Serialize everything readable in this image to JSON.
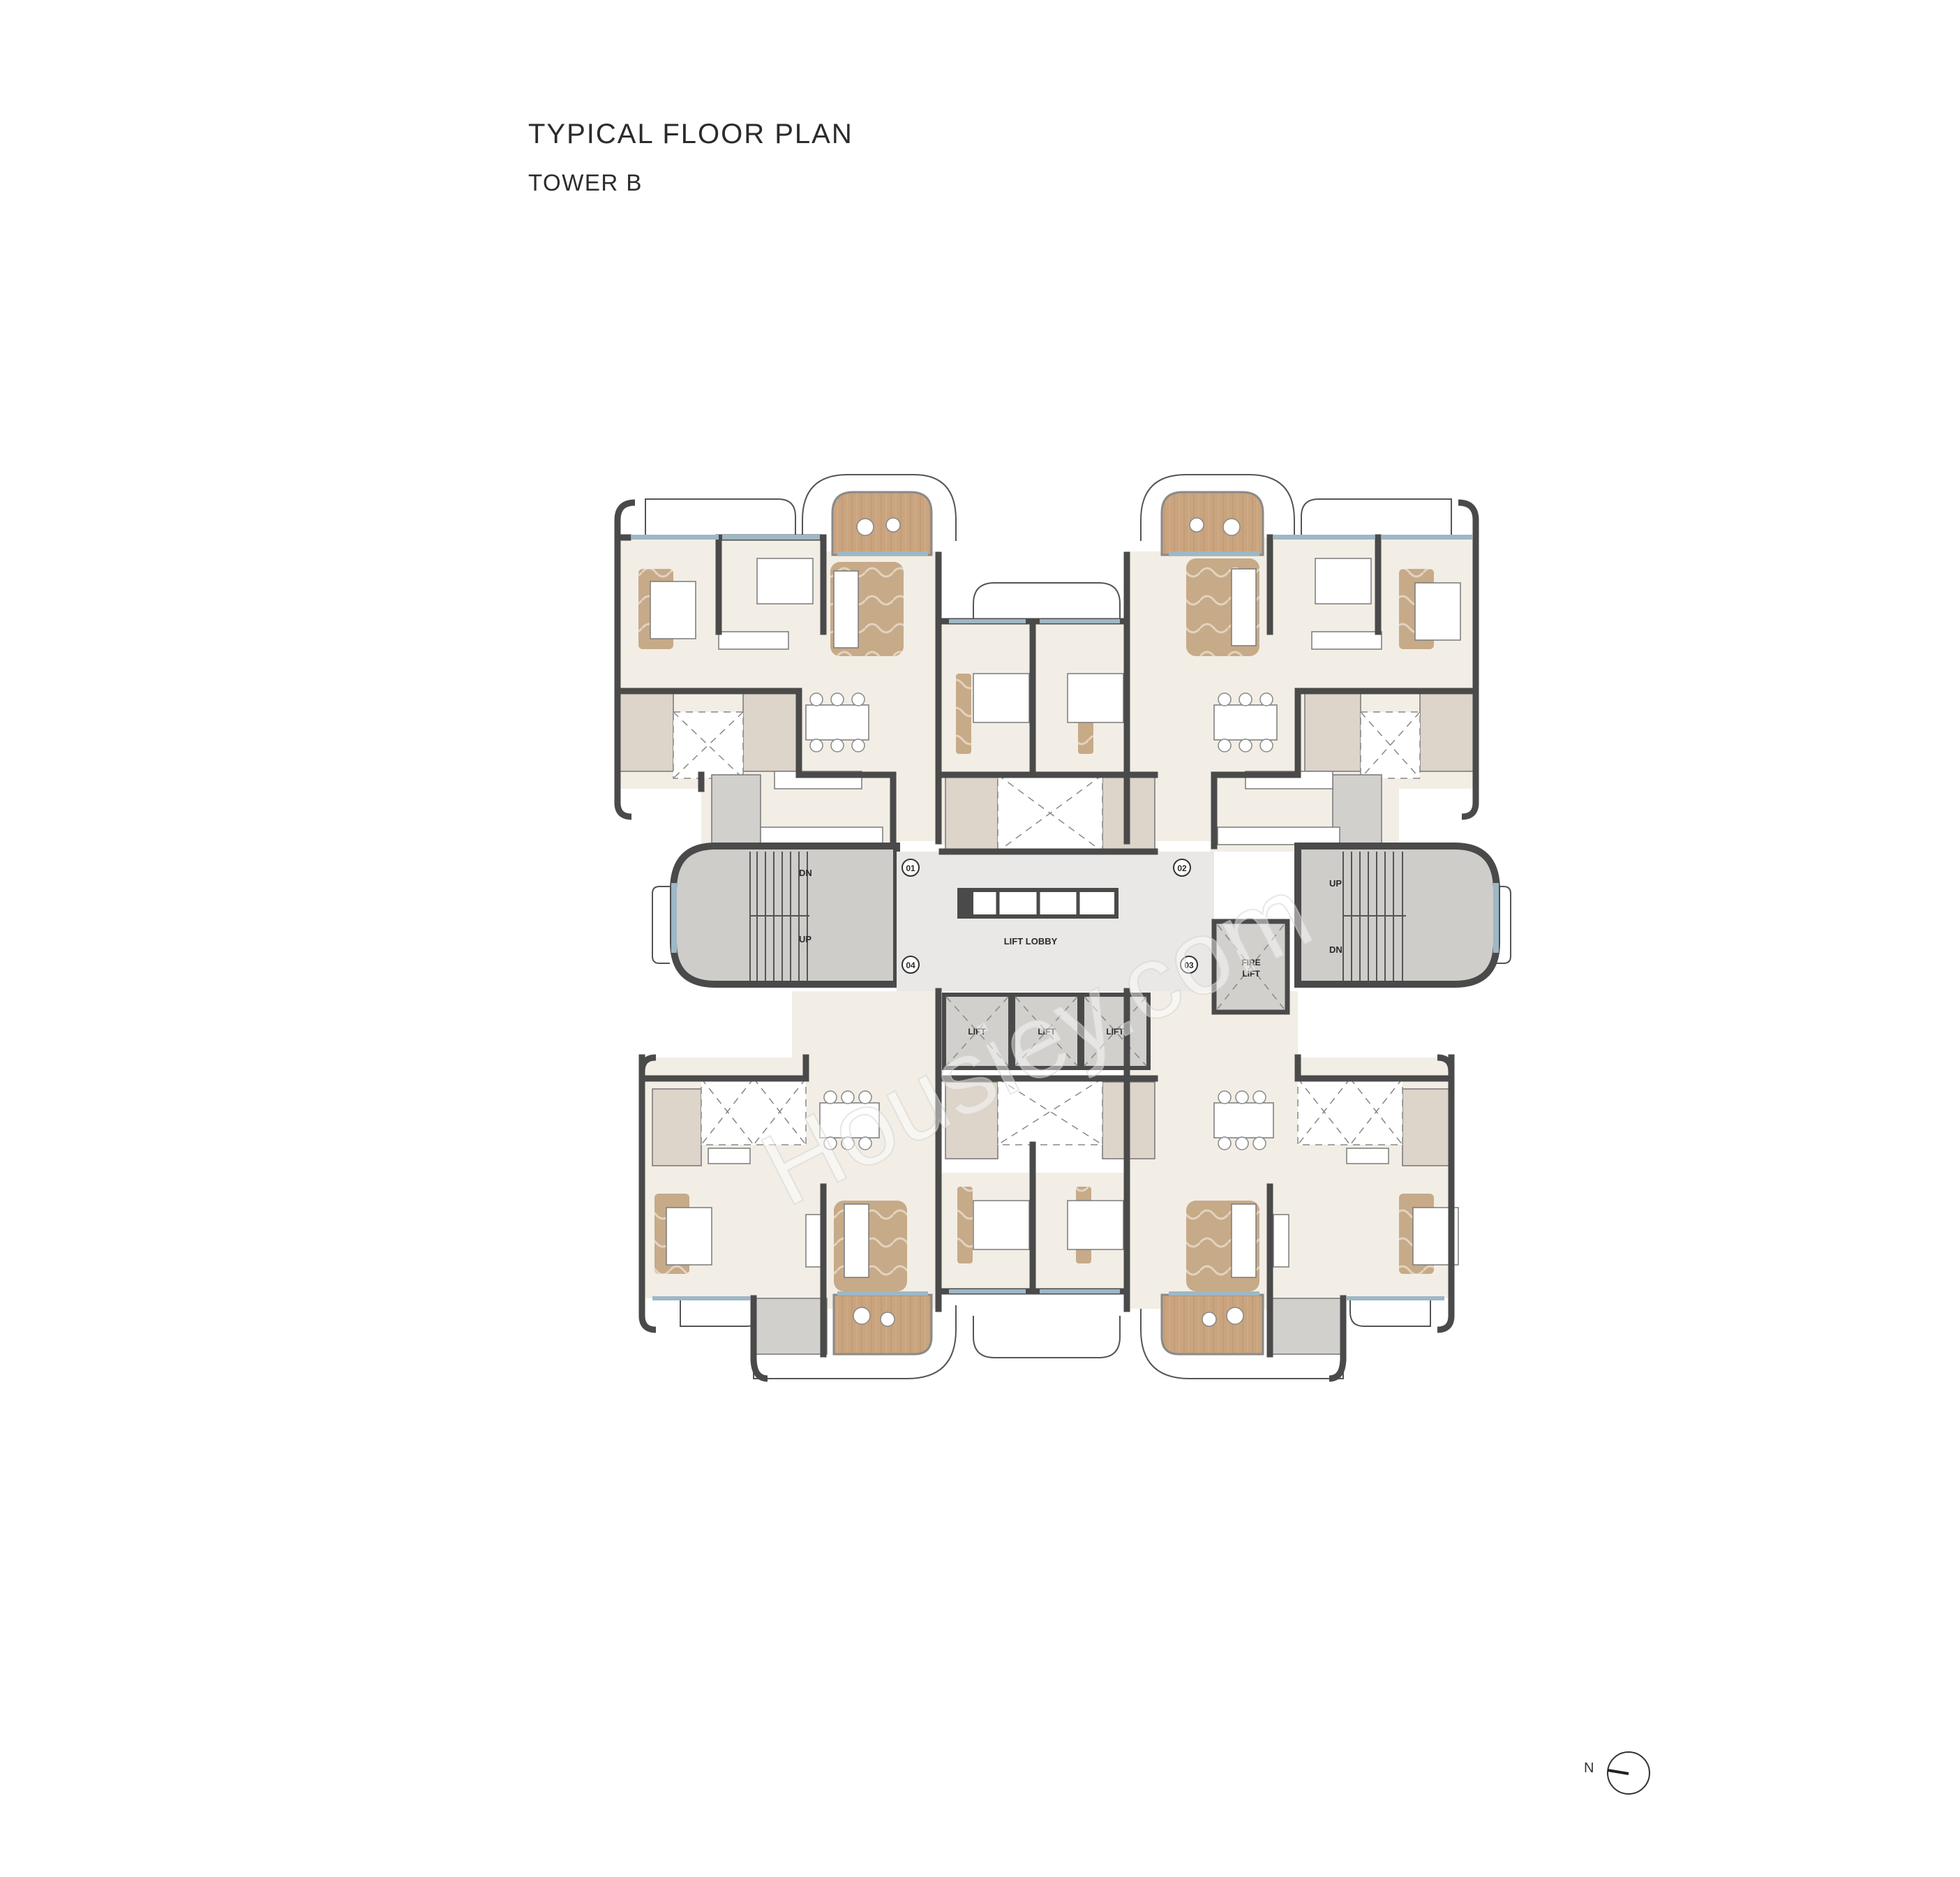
{
  "header": {
    "title": "TYPICAL FLOOR PLAN",
    "subtitle": "TOWER B"
  },
  "plan": {
    "core": {
      "lobby_label": "LIFT LOBBY",
      "lift_label": "LIFT",
      "fire_lift_line1": "FIRE",
      "fire_lift_line2": "LIFT",
      "lift_count": 3
    },
    "stairs": {
      "left": {
        "upper_label": "DN",
        "lower_label": "UP"
      },
      "right": {
        "upper_label": "UP",
        "lower_label": "DN"
      }
    },
    "apartment_markers": [
      "01",
      "02",
      "03",
      "04"
    ],
    "units": [
      {
        "id": "01",
        "position": "top-left"
      },
      {
        "id": "02",
        "position": "top-right"
      },
      {
        "id": "03",
        "position": "bottom-right"
      },
      {
        "id": "04",
        "position": "bottom-left"
      }
    ],
    "watermark": "Housiey.com",
    "colors": {
      "floor": "#f2eee6",
      "wall": "#4a4a4a",
      "deck": "#c9a47e",
      "stair": "#cfcdca",
      "lobby": "#e9e8e6",
      "wet": "#ddd4ca",
      "glass": "#9db8c6",
      "rug": "#b89a7a"
    }
  },
  "compass": {
    "label": "N"
  }
}
